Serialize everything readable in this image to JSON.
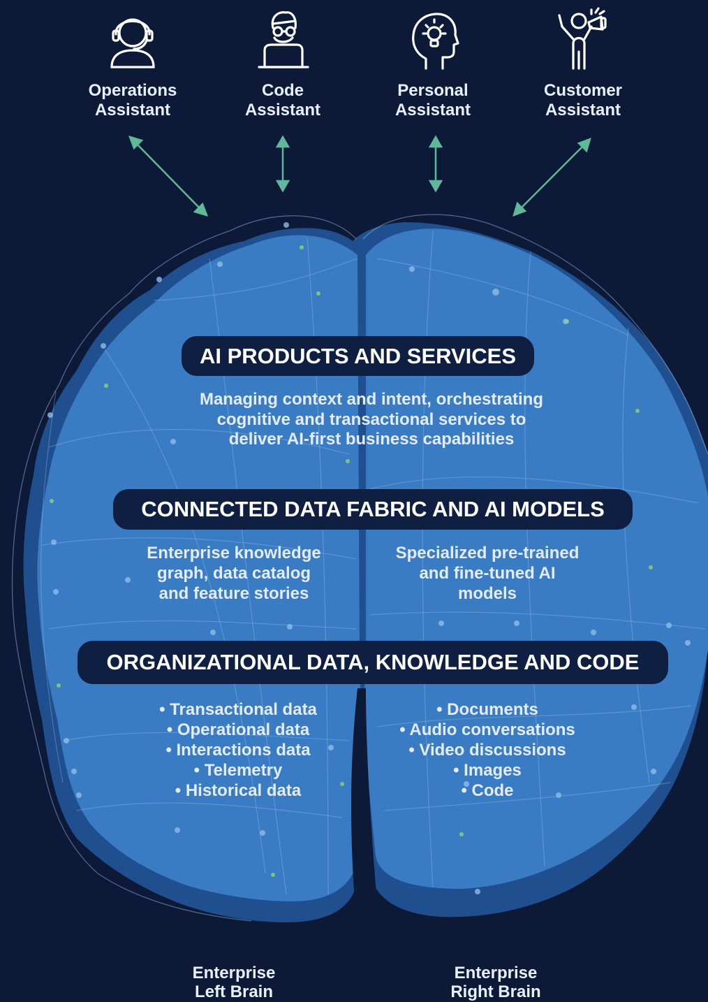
{
  "assistants": [
    {
      "icon": "headset-agent-icon",
      "label": "Operations\nAssistant"
    },
    {
      "icon": "developer-laptop-icon",
      "label": "Code\nAssistant"
    },
    {
      "icon": "head-lightbulb-icon",
      "label": "Personal\nAssistant"
    },
    {
      "icon": "person-megaphone-icon",
      "label": "Customer\nAssistant"
    }
  ],
  "layers": {
    "products": {
      "title": "AI PRODUCTS AND SERVICES",
      "description": "Managing context and intent, orchestrating\ncognitive and transactional services to\ndeliver AI-first business capabilities"
    },
    "fabric": {
      "title": "CONNECTED DATA FABRIC AND AI MODELS",
      "left": "Enterprise knowledge\ngraph, data catalog\nand feature stories",
      "right": "Specialized pre-trained\nand fine-tuned AI\nmodels"
    },
    "organizational": {
      "title": "ORGANIZATIONAL DATA, KNOWLEDGE AND CODE",
      "left_items": [
        "• Transactional data",
        "• Operational data",
        "• Interactions data",
        "• Telemetry",
        "• Historical data"
      ],
      "right_items": [
        "• Documents",
        "• Audio conversations",
        "• Video discussions",
        "• Images",
        "• Code"
      ]
    }
  },
  "hemispheres": {
    "left": "Enterprise\nLeft Brain",
    "right": "Enterprise\nRight Brain"
  },
  "colors": {
    "background": "#0c1a38",
    "brain": "#3a7cc4",
    "brain_shadow": "#1f4f8f",
    "arrow": "#5fb89a",
    "pill": "#0f1f42"
  }
}
